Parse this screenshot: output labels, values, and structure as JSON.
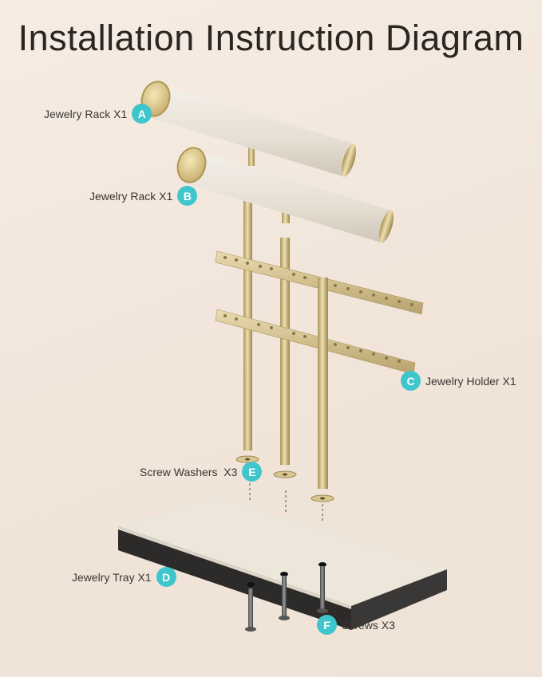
{
  "title": "Installation Instruction Diagram",
  "parts": [
    {
      "letter": "A",
      "name": "Jewelry Rack X1"
    },
    {
      "letter": "B",
      "name": "Jewelry Rack X1"
    },
    {
      "letter": "C",
      "name": "Jewelry Holder X1"
    },
    {
      "letter": "D",
      "name": "Jewelry Tray X1"
    },
    {
      "letter": "E",
      "name": "Screw Washers  X3"
    },
    {
      "letter": "F",
      "name": "Screws X3"
    }
  ],
  "colors": {
    "badge": "#3fc6cd",
    "gold": "#d6c38a",
    "cream": "#ece6db",
    "tray_base": "#2d2b2a"
  }
}
